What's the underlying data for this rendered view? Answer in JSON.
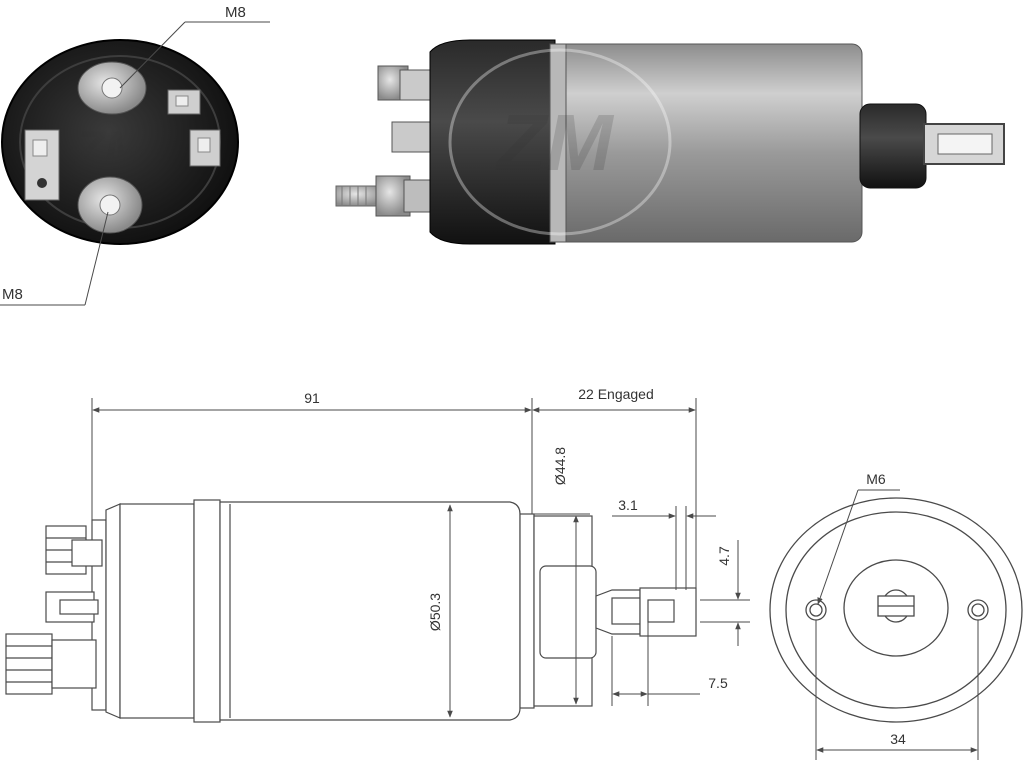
{
  "photo_labels": {
    "top_terminal": "M8",
    "bottom_terminal": "M8"
  },
  "dimensions": {
    "body_length": "91",
    "stroke": "22 Engaged",
    "cap_diameter": "Ø44.8",
    "body_diameter": "Ø50.3",
    "plunger_thickness": "3.1",
    "eye_height": "4.7",
    "eye_offset": "7.5",
    "mount_thread": "M6",
    "hole_spacing": "34"
  },
  "colors": {
    "line": "#4a4a4a",
    "dark_cap": "#1c1c1c",
    "metal": "#a9a9a9"
  }
}
